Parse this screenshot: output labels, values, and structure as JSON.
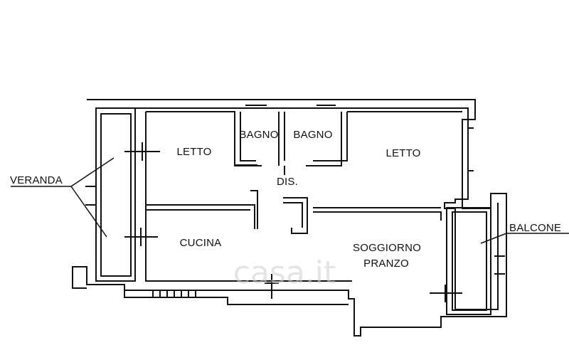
{
  "plan": {
    "rooms": {
      "letto_left": "LETTO",
      "bagno_1": "BAGNO",
      "bagno_2": "BAGNO",
      "letto_right": "LETTO",
      "dis": "DIS.",
      "cucina": "CUCINA",
      "soggiorno": "SOGGIORNO",
      "pranzo": "PRANZO"
    },
    "callouts": {
      "veranda": "VERANDA",
      "balcone": "BALCONE"
    },
    "watermark": "casa.it",
    "colors": {
      "wall": "#111111",
      "background": "#ffffff",
      "watermark": "#cfcfcf"
    }
  }
}
